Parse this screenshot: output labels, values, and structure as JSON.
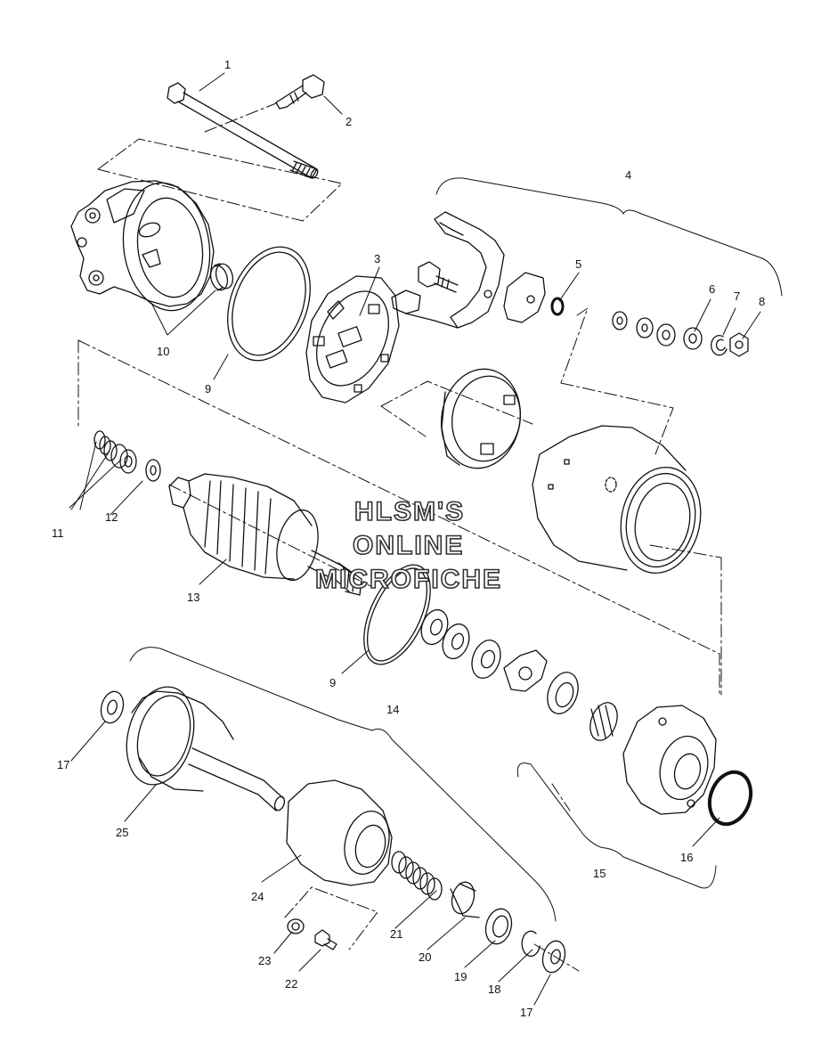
{
  "watermark": {
    "line1": "HLSM'S",
    "line2": "ONLINE",
    "line3": "MICROFICHE"
  },
  "callouts": [
    {
      "id": "p1",
      "label": "1"
    },
    {
      "id": "p2",
      "label": "2"
    },
    {
      "id": "p3",
      "label": "3"
    },
    {
      "id": "p4",
      "label": "4"
    },
    {
      "id": "p5",
      "label": "5"
    },
    {
      "id": "p6",
      "label": "6"
    },
    {
      "id": "p7",
      "label": "7"
    },
    {
      "id": "p8",
      "label": "8"
    },
    {
      "id": "p9a",
      "label": "9"
    },
    {
      "id": "p9b",
      "label": "9"
    },
    {
      "id": "p10",
      "label": "10"
    },
    {
      "id": "p11",
      "label": "11"
    },
    {
      "id": "p12",
      "label": "12"
    },
    {
      "id": "p13",
      "label": "13"
    },
    {
      "id": "p14",
      "label": "14"
    },
    {
      "id": "p15",
      "label": "15"
    },
    {
      "id": "p16",
      "label": "16"
    },
    {
      "id": "p17a",
      "label": "17"
    },
    {
      "id": "p17b",
      "label": "17"
    },
    {
      "id": "p18",
      "label": "18"
    },
    {
      "id": "p19",
      "label": "19"
    },
    {
      "id": "p20",
      "label": "20"
    },
    {
      "id": "p21",
      "label": "21"
    },
    {
      "id": "p22",
      "label": "22"
    },
    {
      "id": "p23",
      "label": "23"
    },
    {
      "id": "p24",
      "label": "24"
    },
    {
      "id": "p25",
      "label": "25"
    }
  ]
}
